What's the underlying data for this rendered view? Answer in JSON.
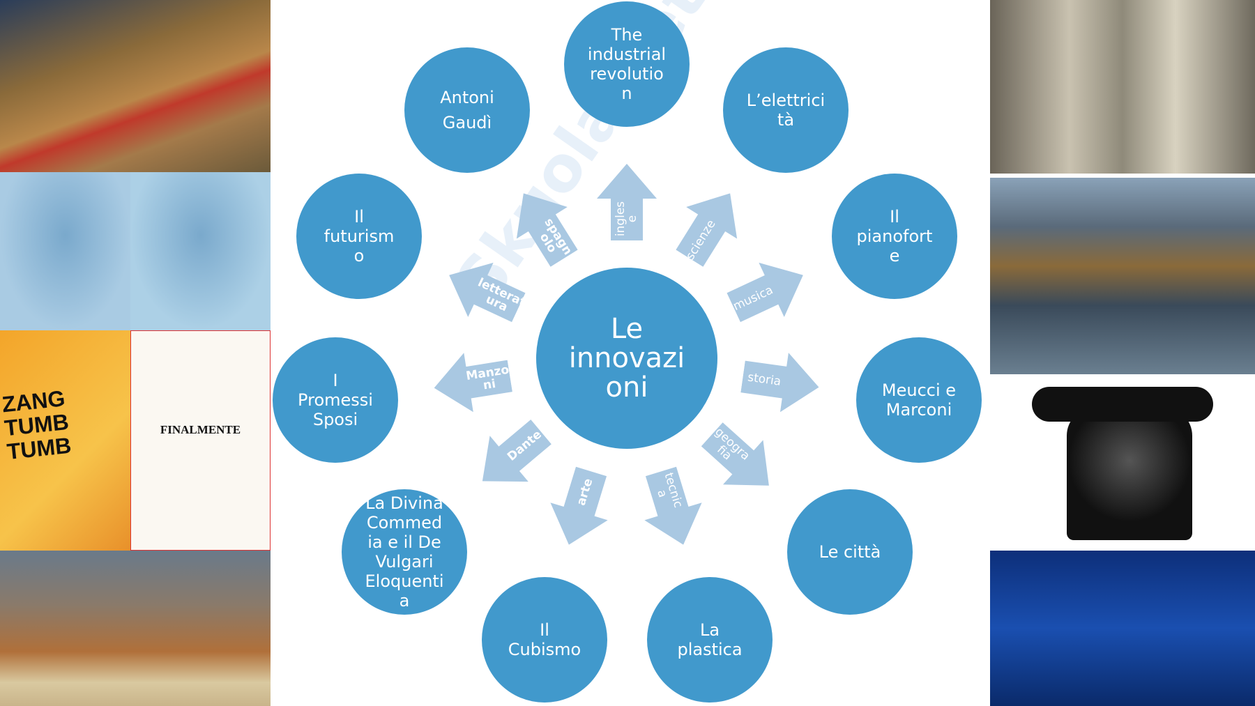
{
  "watermark": "Skuola.net",
  "center": {
    "label": "Le\ninnovazi\noni"
  },
  "topics": [
    {
      "label": "The\nindustrial\nrevolutio\nn"
    },
    {
      "label": "Antoni\nGaudì"
    },
    {
      "label": "L’elettrici\ntà"
    },
    {
      "label": "Il\nfuturism\no"
    },
    {
      "label": "Il\npianofort\ne"
    },
    {
      "label": "I\nPromessi\nSposi"
    },
    {
      "label": "Meucci e\nMarconi"
    },
    {
      "label": "La Divina\nCommed\nia e il De\nVulgari\nEloquenti\na"
    },
    {
      "label": "Le città"
    },
    {
      "label": "Il\nCubismo"
    },
    {
      "label": "La\nplastica"
    }
  ],
  "arrows": [
    {
      "label": "ingles\ne"
    },
    {
      "label": "spagn\nolo"
    },
    {
      "label": "scienze"
    },
    {
      "label": "letterat\nura"
    },
    {
      "label": "musica"
    },
    {
      "label": "Manzo\nni"
    },
    {
      "label": "storia"
    },
    {
      "label": "Dante"
    },
    {
      "label": "geogra\nfia"
    },
    {
      "label": "arte"
    },
    {
      "label": "tecnic\na"
    }
  ],
  "images": {
    "poster_text": "ZANG TUMB TUMB",
    "page_text": "FINALMENTE"
  },
  "colors": {
    "circle": "#4199cc",
    "arrow": "#a9c8e2"
  }
}
